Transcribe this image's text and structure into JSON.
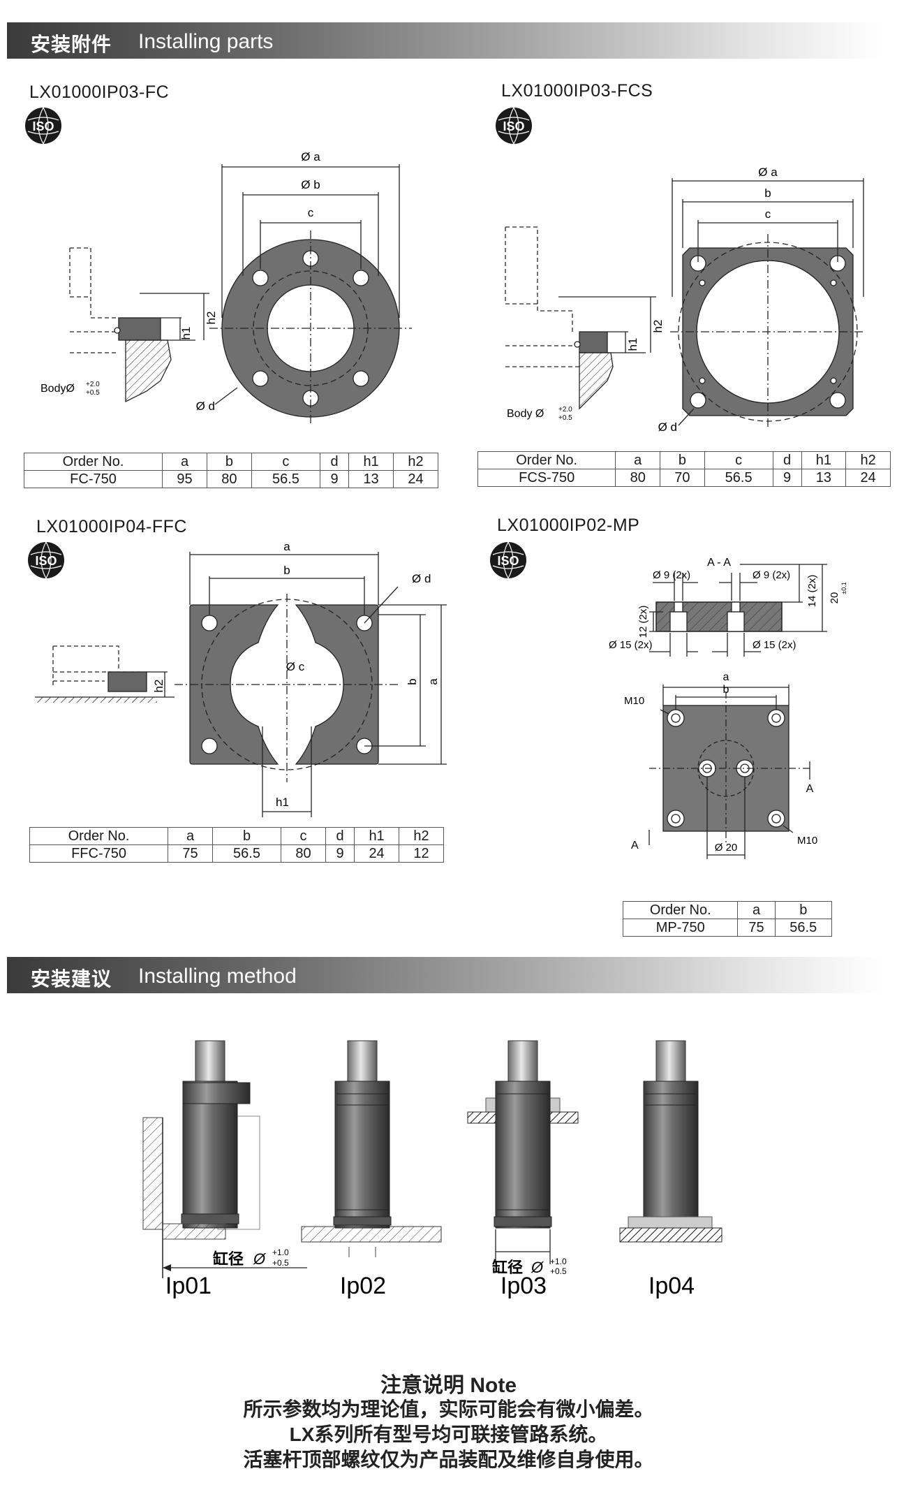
{
  "sections": {
    "parts": {
      "cn": "安装附件",
      "en": "Installing parts"
    },
    "method": {
      "cn": "安装建议",
      "en": "Installing method"
    }
  },
  "iso_label": "ISO",
  "fc": {
    "model": "LX01000IP03-FC",
    "dims": {
      "oa": "Ø a",
      "ob": "Ø b",
      "c": "c",
      "d": "Ø d",
      "h1": "h1",
      "h2": "h2",
      "body": "BodyØ",
      "tol_up": "+2.0",
      "tol_dn": "+0.5"
    },
    "headers": [
      "Order No.",
      "a",
      "b",
      "c",
      "d",
      "h1",
      "h2"
    ],
    "row": [
      "FC-750",
      "95",
      "80",
      "56.5",
      "9",
      "13",
      "24"
    ]
  },
  "fcs": {
    "model": "LX01000IP03-FCS",
    "dims": {
      "oa": "Ø a",
      "b": "b",
      "c": "c",
      "d": "Ø d",
      "h1": "h1",
      "h2": "h2",
      "body": "Body Ø",
      "tol_up": "+2.0",
      "tol_dn": "+0.5"
    },
    "headers": [
      "Order No.",
      "a",
      "b",
      "c",
      "d",
      "h1",
      "h2"
    ],
    "row": [
      "FCS-750",
      "80",
      "70",
      "56.5",
      "9",
      "13",
      "24"
    ]
  },
  "ffc": {
    "model": "LX01000IP04-FFC",
    "dims": {
      "a": "a",
      "b": "b",
      "oc": "Ø c",
      "d": "Ø d",
      "h1": "h1",
      "h2": "h2"
    },
    "headers": [
      "Order No.",
      "a",
      "b",
      "c",
      "d",
      "h1",
      "h2"
    ],
    "row": [
      "FFC-750",
      "75",
      "56.5",
      "80",
      "9",
      "24",
      "12"
    ]
  },
  "mp": {
    "model": "LX01000IP02-MP",
    "dims": {
      "section": "A - A",
      "o9l": "Ø 9 (2x)",
      "o9r": "Ø 9 (2x)",
      "h14": "14 (2x)",
      "h20": "20",
      "h20tol": "±0.1",
      "h12": "12 (2x)",
      "o15l": "Ø 15 (2x)",
      "o15r": "Ø 15 (2x)",
      "a": "a",
      "b": "b",
      "m10a": "M10",
      "m10b": "M10",
      "A": "A",
      "o20": "Ø 20"
    },
    "headers": [
      "Order No.",
      "a",
      "b"
    ],
    "row": [
      "MP-750",
      "75",
      "56.5"
    ]
  },
  "methods": {
    "labels": [
      "Ip01",
      "Ip02",
      "Ip03",
      "Ip04"
    ],
    "bore_label": "缸径",
    "bore_up": "+1.0",
    "bore_dn": "+0.5"
  },
  "note": {
    "title": "注意说明 Note",
    "lines": [
      "所示参数均为理论值，实际可能会有微小偏差。",
      "LX系列所有型号均可联接管路系统。",
      "活塞杆顶部螺纹仅为产品装配及维修自身使用。"
    ]
  }
}
